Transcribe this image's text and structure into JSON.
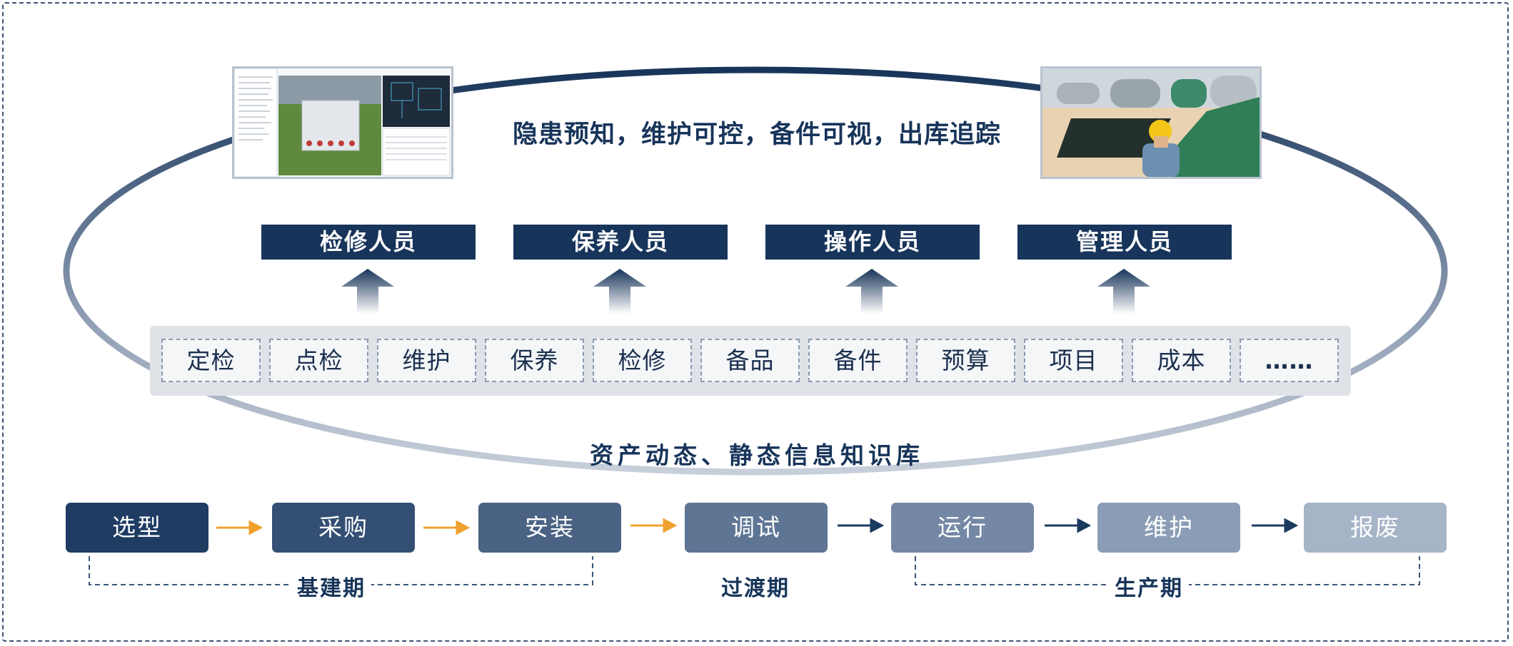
{
  "headline": "隐患预知，维护可控，备件可视，出库追踪",
  "roles": [
    "检修人员",
    "保养人员",
    "操作人员",
    "管理人员"
  ],
  "tasks": [
    "定检",
    "点检",
    "维护",
    "保养",
    "检修",
    "备品",
    "备件",
    "预算",
    "项目",
    "成本",
    "……"
  ],
  "knowledge_base": "资产动态、静态信息知识库",
  "stages": [
    "选型",
    "采购",
    "安装",
    "调试",
    "运行",
    "维护",
    "报废"
  ],
  "phases": [
    "基建期",
    "过渡期",
    "生产期"
  ],
  "colors": {
    "navy": "#17345a",
    "orange_arrow": "#f0a22e",
    "navy_arrow": "#1b3a5f",
    "stage_gradient": [
      "#1f3c63",
      "#344f74",
      "#4a6283",
      "#5e7594",
      "#7488a5",
      "#8b9db6",
      "#a6b4c8"
    ]
  }
}
